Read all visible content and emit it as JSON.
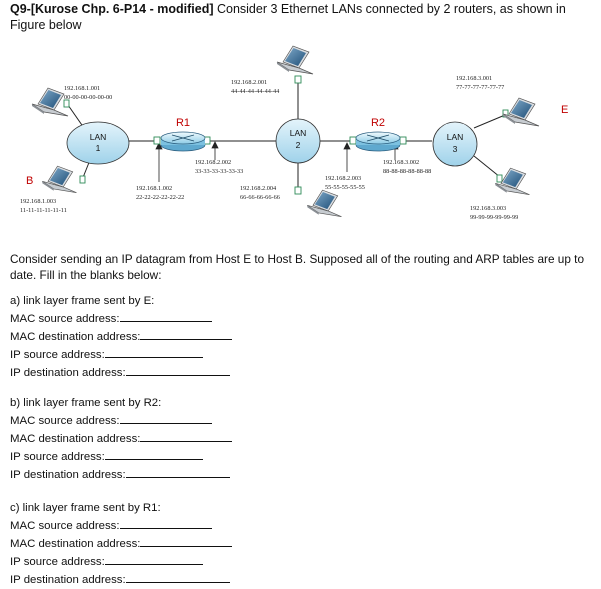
{
  "question": {
    "number": "Q9-[Kurose Chp. 6-P14 - modified]",
    "text": " Consider 3 Ethernet LANs connected by 2 routers, as shown in Figure below"
  },
  "diagram": {
    "lans": [
      {
        "line1": "LAN",
        "line2": "1"
      },
      {
        "line1": "LAN",
        "line2": "2"
      },
      {
        "line1": "LAN",
        "line2": "3"
      }
    ],
    "routers": [
      "R1",
      "R2"
    ],
    "hosts": {
      "B": "B",
      "E": "E"
    },
    "addresses": {
      "lan1_top_ip": "192.168.1.001",
      "lan1_top_mac": "00-00-00-00-00-00",
      "lan1_bottom_ip": "192.168.1.003",
      "lan1_bottom_mac": "11-11-11-11-11-11",
      "r1_lan1_ip": "192.168.1.002",
      "r1_lan1_mac": "22-22-22-22-22-22",
      "r1_lan2_ip": "192.168.2.002",
      "r1_lan2_mac": "33-33-33-33-33-33",
      "lan2_top_ip": "192.168.2.001",
      "lan2_top_mac": "44-44-44-44-44-44",
      "lan2_bottom_ip": "192.168.2.004",
      "lan2_bottom_mac": "66-66-66-66-66",
      "r2_lan2_ip": "192.168.2.003",
      "r2_lan2_mac": "55-55-55-55-55",
      "r2_lan3_ip": "192.168.3.002",
      "r2_lan3_mac": "88-88-88-88-88-88",
      "lan3_top_ip": "192.168.3.001",
      "lan3_top_mac": "77-77-77-77-77-77",
      "lan3_bottom_ip": "192.168.3.003",
      "lan3_bottom_mac": "99-99-99-99-99-99"
    }
  },
  "instructions": "Consider sending an IP datagram from Host E to Host B. Supposed all of the routing and ARP tables are up to date. Fill in the blanks below:",
  "sections": [
    {
      "heading": "a) link layer frame sent by E:",
      "fields": [
        "MAC source address:",
        "MAC destination address:",
        "IP source address:",
        "IP destination address:"
      ]
    },
    {
      "heading": "b) link layer frame sent by R2:",
      "fields": [
        "MAC source address:",
        "MAC destination address:",
        "IP source address:",
        "IP destination address:"
      ]
    },
    {
      "heading": "c) link layer frame sent by R1:",
      "fields": [
        "MAC source address:",
        "MAC destination address:",
        "IP source address:",
        "IP destination address:"
      ]
    }
  ]
}
